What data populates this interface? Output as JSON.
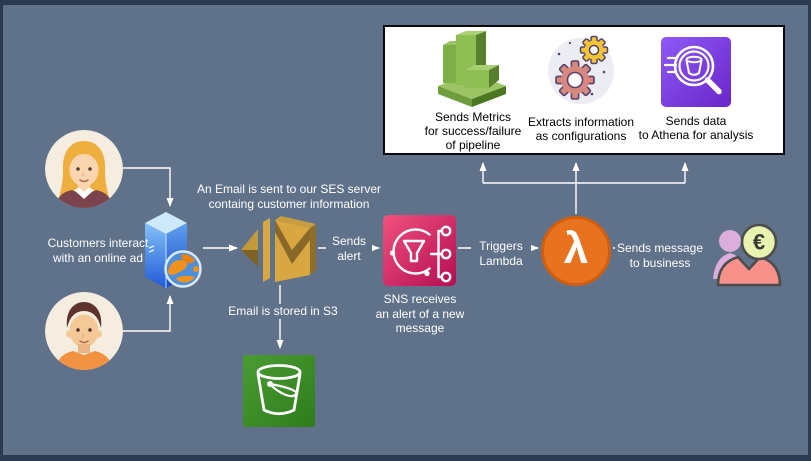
{
  "canvas": {
    "background": "#60718a",
    "border_color": "#2b3a50"
  },
  "panel": {
    "background": "#ffffff",
    "border_color": "#000000",
    "items": [
      {
        "icon": "metrics-bars-icon",
        "color": "#76a83f",
        "label": "Sends Metrics\nfor success/failure\nof pipeline"
      },
      {
        "icon": "gears-icon",
        "color": "#d98880",
        "label": "Extracts information\nas configurations"
      },
      {
        "icon": "athena-icon",
        "color": "#7b3fe4",
        "label": "Sends data\nto Athena for analysis"
      }
    ]
  },
  "nodes": {
    "customer_female": {
      "icon": "female-customer-avatar"
    },
    "customer_male": {
      "icon": "male-customer-avatar"
    },
    "web_server": {
      "icon": "web-server-globe-icon"
    },
    "ses": {
      "icon": "amazon-ses-icon",
      "color": "#d9a741"
    },
    "sns": {
      "icon": "amazon-sns-icon",
      "color": "#e0135d"
    },
    "lambda": {
      "icon": "aws-lambda-icon",
      "color": "#e8721e",
      "symbol": "λ"
    },
    "s3": {
      "icon": "amazon-s3-bucket-icon",
      "color": "#3f8c2a"
    },
    "business": {
      "icon": "business-person-euro-icon",
      "symbol": "€"
    }
  },
  "captions": {
    "customers": "Customers interact\nwith an online ad",
    "email_sent": "An Email is sent to our SES server\ncontaing customer information",
    "sns_receives": "SNS receives\nan alert of a new\nmessage"
  },
  "edge_labels": {
    "sends_alert": "Sends\nalert",
    "triggers_lambda": "Triggers\nLambda",
    "sends_message": "Sends message\nto business",
    "email_stored": "Email is stored in S3"
  }
}
